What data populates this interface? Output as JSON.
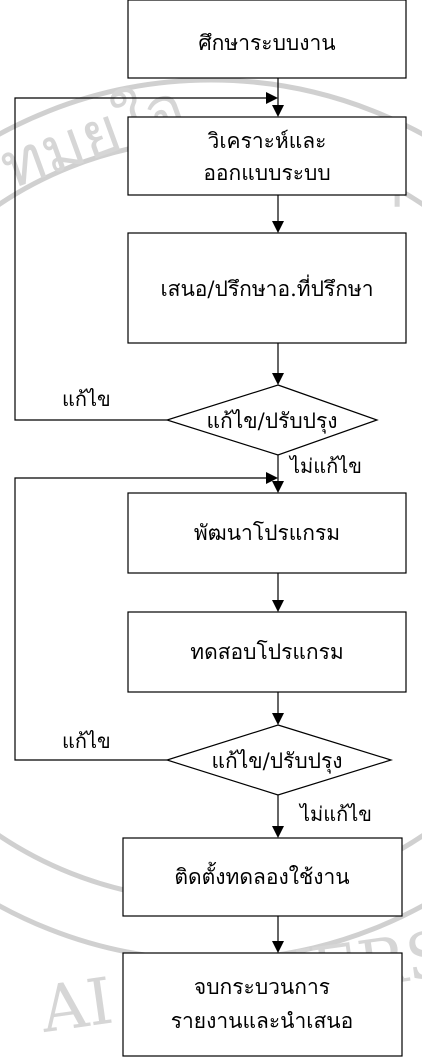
{
  "watermark": {
    "text_top": "ทมยใจ",
    "text_right": "ๆ",
    "text_bottom": "AI UNIVERS"
  },
  "steps": [
    {
      "id": "study",
      "lines": [
        "ศึกษาระบบงาน"
      ]
    },
    {
      "id": "analyze",
      "lines": [
        "วิเคราะห์และ",
        "ออกแบบระบบ"
      ]
    },
    {
      "id": "consult",
      "lines": [
        "เสนอ/ปรึกษาอ.ที่ปรึกษา"
      ]
    },
    {
      "id": "develop",
      "lines": [
        "พัฒนาโปรแกรม"
      ]
    },
    {
      "id": "test",
      "lines": [
        "ทดสอบโปรแกรม"
      ]
    },
    {
      "id": "install",
      "lines": [
        "ติดตั้งทดลองใช้งาน"
      ]
    },
    {
      "id": "finish",
      "lines": [
        "จบกระบวนการ",
        "รายงานและนำเสนอ"
      ]
    }
  ],
  "decisions": [
    {
      "id": "decision-1",
      "label": "แก้ไข/ปรับปรุง",
      "no_label": "แก้ไข",
      "yes_label": "ไม่แก้ไข"
    },
    {
      "id": "decision-2",
      "label": "แก้ไข/ปรับปรุง",
      "no_label": "แก้ไข",
      "yes_label": "ไม่แก้ไข"
    }
  ]
}
